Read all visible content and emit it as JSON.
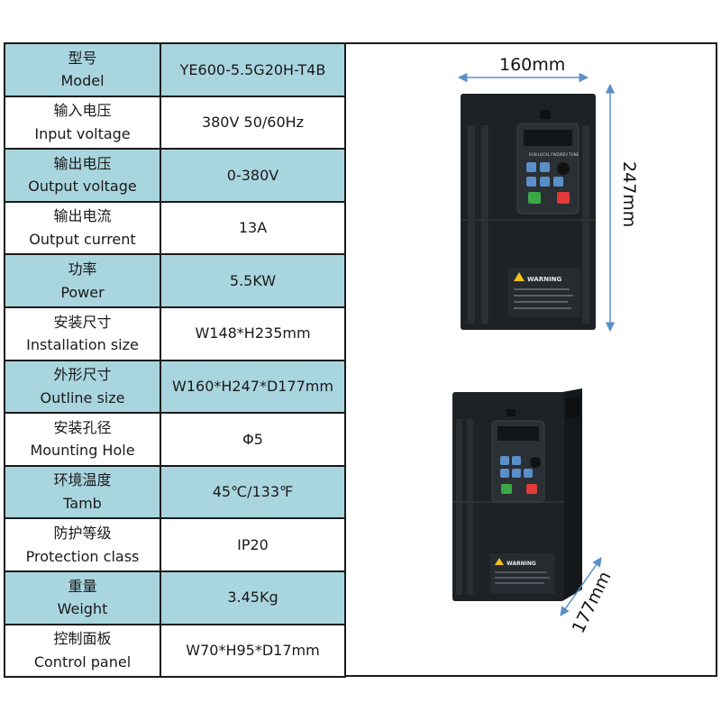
{
  "specs": [
    {
      "cn": "型号",
      "en": "Model",
      "value": "YE600-5.5G20H-T4B"
    },
    {
      "cn": "输入电压",
      "en": "Input voltage",
      "value": "380V 50/60Hz"
    },
    {
      "cn": "输出电压",
      "en": "Output voltage",
      "value": "0-380V"
    },
    {
      "cn": "输出电流",
      "en": "Output current",
      "value": "13A"
    },
    {
      "cn": "功率",
      "en": "Power",
      "value": "5.5KW"
    },
    {
      "cn": "安装尺寸",
      "en": "Installation size",
      "value": "W148*H235mm"
    },
    {
      "cn": "外形尺寸",
      "en": "Outline size",
      "value": "W160*H247*D177mm"
    },
    {
      "cn": "安装孔径",
      "en": "Mounting Hole",
      "value": "Φ5"
    },
    {
      "cn": "环境温度",
      "en": "Tamb",
      "value": "45℃/133℉"
    },
    {
      "cn": "防护等级",
      "en": "Protection class",
      "value": "IP20"
    },
    {
      "cn": "重量",
      "en": "Weight",
      "value": "3.45Kg"
    },
    {
      "cn": "控制面板",
      "en": "Control panel",
      "value": "W70*H95*D17mm"
    }
  ],
  "product_images": {
    "dim_width": "160mm",
    "dim_height": "247mm",
    "dim_depth": "177mm",
    "warning_label": "WARNING",
    "colors": {
      "row_shaded": "#a9d5df",
      "device_body": "#1e2226",
      "arrow": "#5a8fc9",
      "button_green": "#3aa845",
      "button_red": "#e03a3a"
    }
  }
}
